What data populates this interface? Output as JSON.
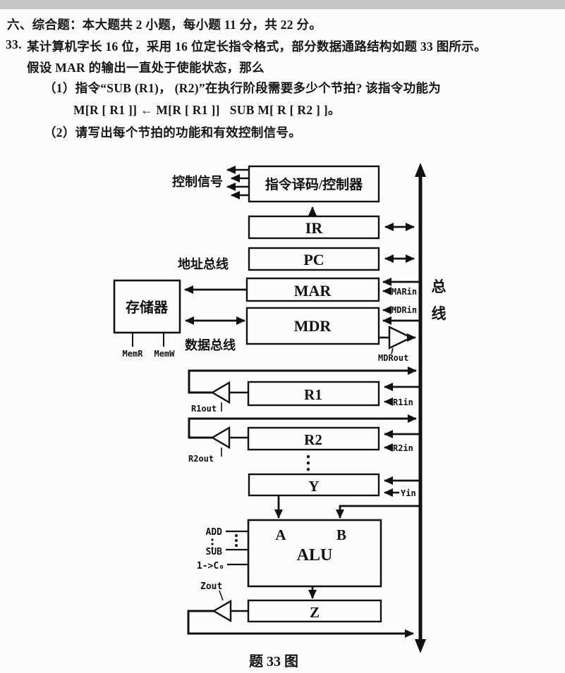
{
  "doc": {
    "section_header": "六、综合题：本大题共 2 小题，每小题 11 分，共 22 分。",
    "q_number": "33.",
    "q_line1": "某计算机字长 16 位，采用 16 位定长指令格式，部分数据通路结构如题 33 图所示。",
    "q_line2": "假设 MAR 的输出一直处于使能状态，那么",
    "part1": "（1）指令“SUB (R1)， (R2)”在执行阶段需要多少个节拍? 该指令功能为",
    "formula": "M[R [ R1 ]] ← M[R [ R1 ]]   SUB M[ R [ R2 ] ]。",
    "part2": "（2）请写出每个节拍的功能和有效控制信号。"
  },
  "diagram": {
    "caption": "题 33 图",
    "blocks": {
      "controller": "指令译码/控制器",
      "ir": "IR",
      "pc": "PC",
      "mar": "MAR",
      "mdr": "MDR",
      "memory": "存储器",
      "r1": "R1",
      "r2": "R2",
      "y": "Y",
      "alu": "ALU",
      "alu_a": "A",
      "alu_b": "B",
      "z": "Z"
    },
    "labels": {
      "control_signals": "控制信号",
      "address_bus": "地址总线",
      "data_bus": "数据总线",
      "bus_v1": "总",
      "bus_v2": "线",
      "memr": "MemR",
      "memw": "MemW",
      "mar_in": "MARin",
      "mdr_in": "MDRin",
      "mdr_out": "MDRout",
      "r1_out": "R1out",
      "r1_in": "R1in",
      "r2_out": "R2out",
      "r2_in": "R2in",
      "y_in": "Yin",
      "add": "ADD",
      "sub": "SUB",
      "carry": "1->C₀",
      "z_out": "Zout"
    }
  }
}
